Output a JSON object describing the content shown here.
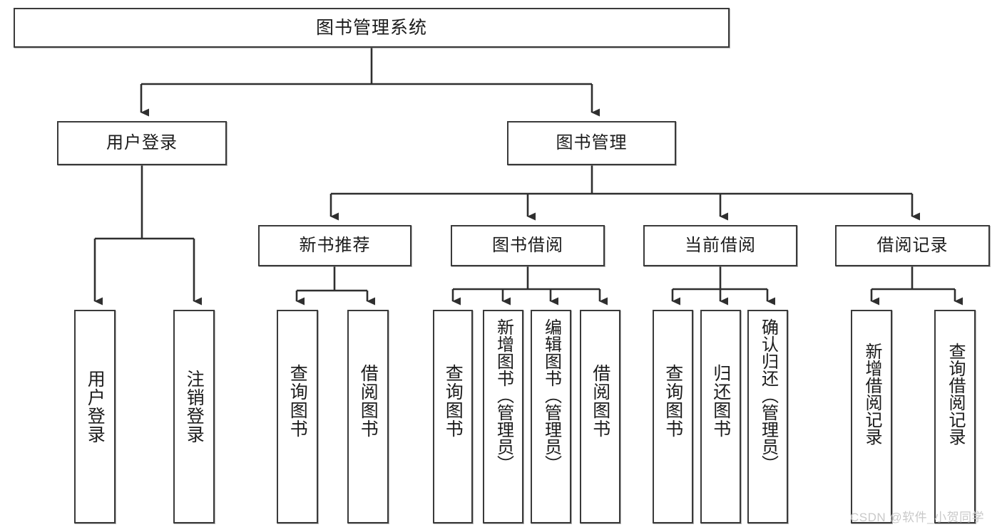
{
  "diagram": {
    "type": "tree",
    "title": "图书管理系统",
    "watermark": "CSDN @软件_小贺同学",
    "colors": {
      "background": "#ffffff",
      "box_border": "#3a3a3a",
      "connector": "#2f2f2f",
      "text": "#1b1b1b",
      "watermark": "#c9c9c9"
    },
    "root": {
      "label": "图书管理系统"
    },
    "level2": [
      {
        "id": "user-login",
        "label": "用户登录"
      },
      {
        "id": "book-manage",
        "label": "图书管理"
      }
    ],
    "level3": [
      {
        "id": "new-book-recommend",
        "label": "新书推荐"
      },
      {
        "id": "book-borrow",
        "label": "图书借阅"
      },
      {
        "id": "current-borrow",
        "label": "当前借阅"
      },
      {
        "id": "borrow-record",
        "label": "借阅记录"
      }
    ],
    "leaves": {
      "user-login": [
        {
          "id": "leaf-user-login",
          "label": "用户登录"
        },
        {
          "id": "leaf-logout",
          "label": "注销登录"
        }
      ],
      "new-book-recommend": [
        {
          "id": "leaf-query-book-1",
          "label": "查询图书"
        },
        {
          "id": "leaf-borrow-book-1",
          "label": "借阅图书"
        }
      ],
      "book-borrow": [
        {
          "id": "leaf-query-book-2",
          "label": "查询图书"
        },
        {
          "id": "leaf-add-book",
          "label": "新增图书（管理员）"
        },
        {
          "id": "leaf-edit-book",
          "label": "编辑图书（管理员）"
        },
        {
          "id": "leaf-borrow-book-2",
          "label": "借阅图书"
        }
      ],
      "current-borrow": [
        {
          "id": "leaf-query-book-3",
          "label": "查询图书"
        },
        {
          "id": "leaf-return-book",
          "label": "归还图书"
        },
        {
          "id": "leaf-confirm-return",
          "label": "确认归还（管理员）"
        }
      ],
      "borrow-record": [
        {
          "id": "leaf-add-record",
          "label": "新增借阅记录"
        },
        {
          "id": "leaf-query-record",
          "label": "查询借阅记录"
        }
      ]
    }
  }
}
